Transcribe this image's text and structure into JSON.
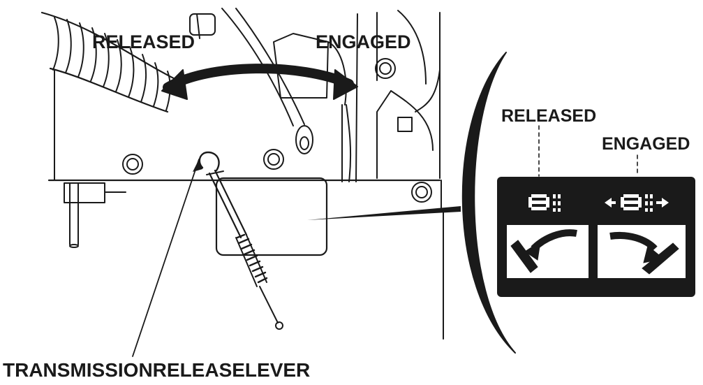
{
  "labels": {
    "released_top": "RELEASED",
    "engaged_top": "ENGAGED",
    "released_inset": "RELEASED",
    "engaged_inset": "ENGAGED",
    "lever": "TRANSMISSIONRELEASELEVER"
  },
  "colors": {
    "ink": "#1a1a1a",
    "background": "#ffffff"
  },
  "icons": [
    "transmission-released-icon",
    "transmission-engaged-icon",
    "lever-arrow-left-icon",
    "lever-arrow-right-icon"
  ]
}
